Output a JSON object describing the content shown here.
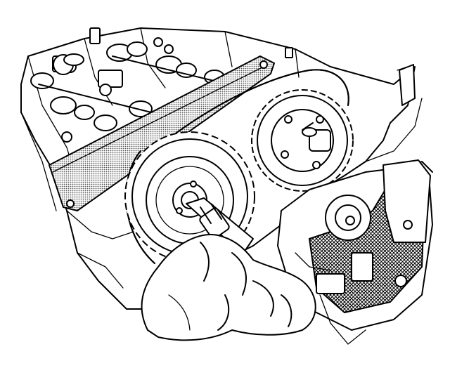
{
  "figure": {
    "subject": "engine-front-timing-chain-illustration",
    "colors": {
      "ink": "#000000",
      "paper": "#ffffff",
      "stipple": "#9a9a9a"
    },
    "parts": [
      "cylinder-head",
      "camshafts",
      "timing-chain-guide",
      "exhaust-cam-sprocket",
      "intake-cam-sprocket",
      "timing-chain",
      "sprocket-bolt",
      "tensioner-pulley",
      "oil-pump-housing",
      "hand-holding-socket-wrench"
    ]
  }
}
